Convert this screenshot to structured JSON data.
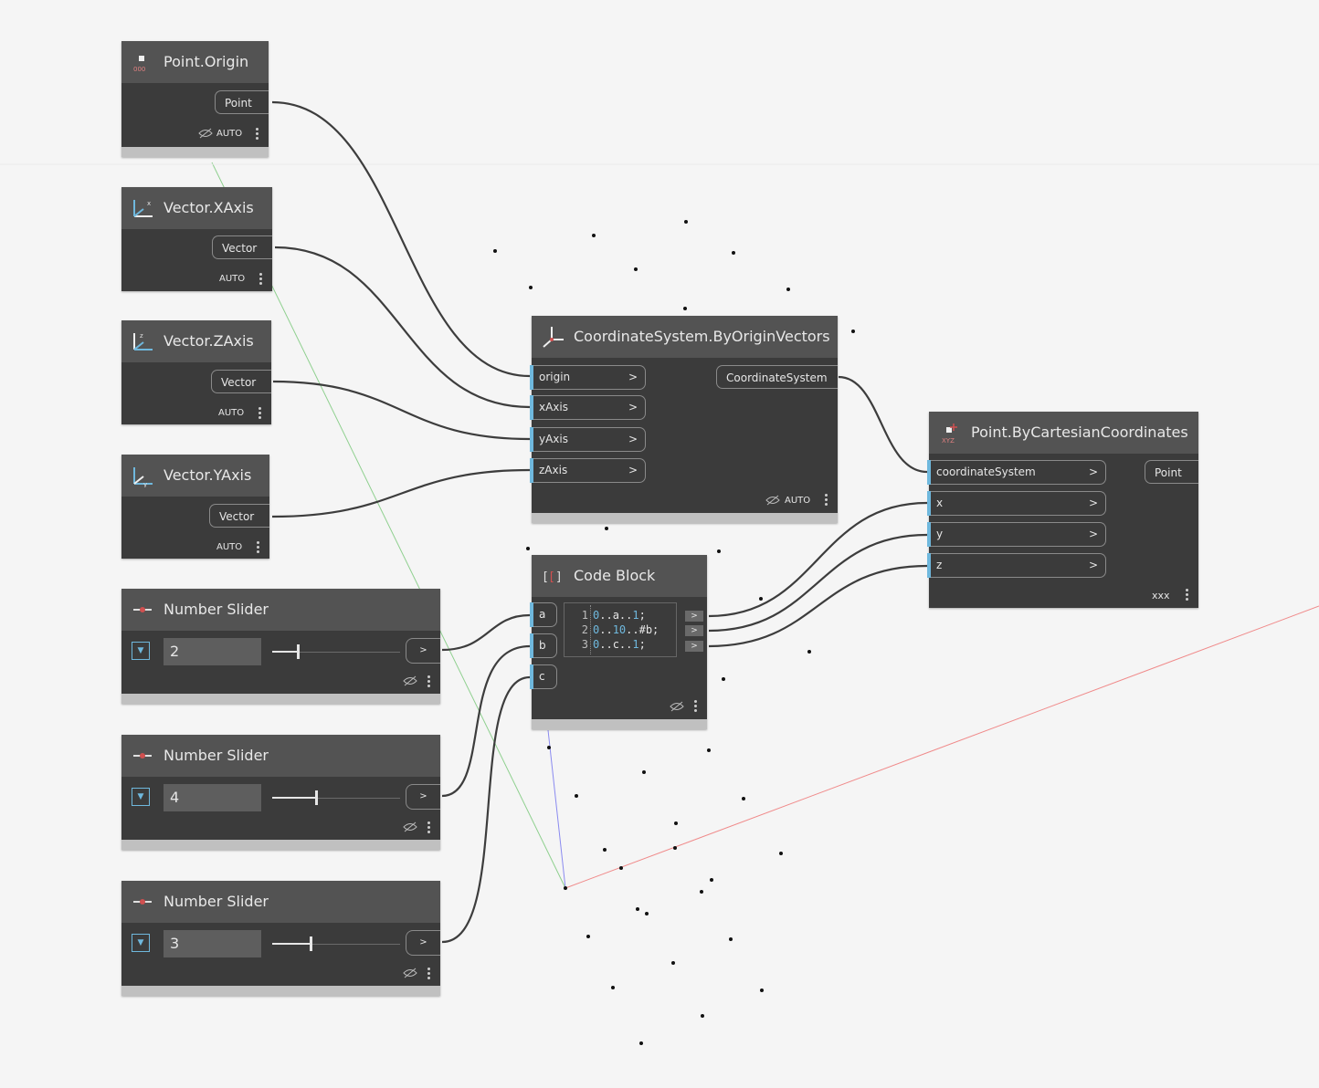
{
  "nodes": {
    "point_origin": {
      "title": "Point.Origin",
      "output": "Point",
      "mode": "AUTO"
    },
    "vector_xaxis": {
      "title": "Vector.XAxis",
      "output": "Vector",
      "mode": "AUTO"
    },
    "vector_zaxis": {
      "title": "Vector.ZAxis",
      "output": "Vector",
      "mode": "AUTO"
    },
    "vector_yaxis": {
      "title": "Vector.YAxis",
      "output": "Vector",
      "mode": "AUTO"
    },
    "coord_system": {
      "title": "CoordinateSystem.ByOriginVectors",
      "inputs": [
        "origin",
        "xAxis",
        "yAxis",
        "zAxis"
      ],
      "output": "CoordinateSystem",
      "mode": "AUTO"
    },
    "point_cartesian": {
      "title": "Point.ByCartesianCoordinates",
      "inputs": [
        "coordinateSystem",
        "x",
        "y",
        "z"
      ],
      "output": "Point",
      "lacing": "xxx"
    },
    "code_block": {
      "title": "Code Block",
      "inputs": [
        "a",
        "b",
        "c"
      ],
      "lines": [
        {
          "num": "1",
          "parts": [
            [
              "n",
              "0"
            ],
            [
              "t",
              ".."
            ],
            [
              "t",
              "a"
            ],
            [
              "t",
              ".."
            ],
            [
              "n",
              "1"
            ],
            [
              "t",
              ";"
            ]
          ]
        },
        {
          "num": "2",
          "parts": [
            [
              "n",
              "0"
            ],
            [
              "t",
              ".."
            ],
            [
              "n",
              "10"
            ],
            [
              "t",
              ".."
            ],
            [
              "t",
              "#b"
            ],
            [
              "t",
              ";"
            ]
          ]
        },
        {
          "num": "3",
          "parts": [
            [
              "n",
              "0"
            ],
            [
              "t",
              ".."
            ],
            [
              "t",
              "c"
            ],
            [
              "t",
              ".."
            ],
            [
              "n",
              "1"
            ],
            [
              "t",
              ";"
            ]
          ]
        }
      ]
    },
    "sliders": [
      {
        "title": "Number Slider",
        "value": "2",
        "level": 0.2
      },
      {
        "title": "Number Slider",
        "value": "4",
        "level": 0.34
      },
      {
        "title": "Number Slider",
        "value": "3",
        "level": 0.3
      }
    ]
  },
  "icons": {
    "arrow": ">",
    "dropdown": "▼"
  },
  "colors": {
    "port_accent": "#6fb8dd",
    "x_axis": "#f08080",
    "y_axis": "#7fc97f",
    "z_axis": "#8080f0"
  }
}
